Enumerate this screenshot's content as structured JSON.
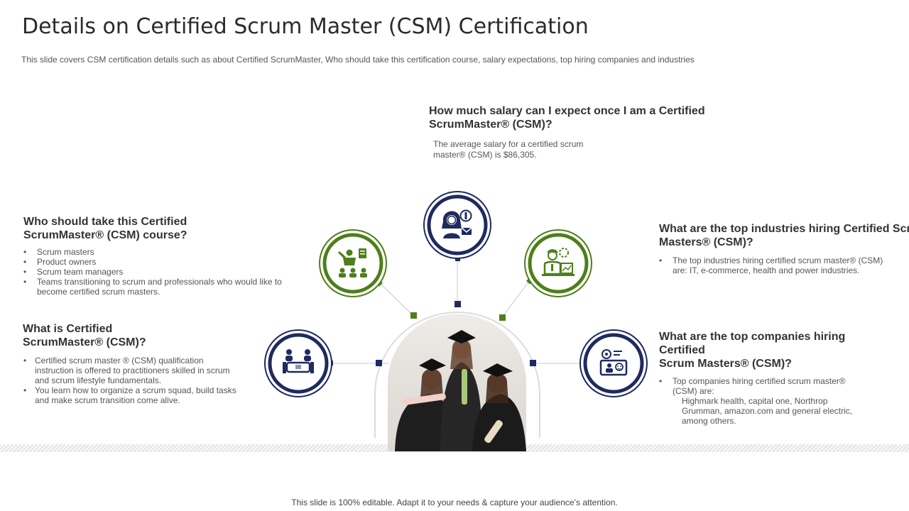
{
  "title": "Details on Certified Scrum Master (CSM) Certification",
  "subtitle": "This slide covers CSM certification details such as about Certified ScrumMaster, Who should take this certification course, salary expectations, top hiring companies and industries",
  "colors": {
    "navy": "#1f2a5e",
    "green": "#4d7f1a",
    "connector": "#c8c8c8"
  },
  "salary": {
    "heading": [
      "How much salary can I expect once I am a Certified",
      "ScrumMaster® (CSM)?"
    ],
    "text": [
      "The average  salary for a certified scrum",
      "master® (CSM) is $86,305."
    ]
  },
  "who": {
    "heading": [
      "Who should take this Certified",
      "ScrumMaster® (CSM) course?"
    ],
    "items": [
      "Scrum masters",
      "Product owners",
      "Scrum team managers",
      "Teams transitioning to scrum and professionals who would like to become certified scrum masters."
    ]
  },
  "what": {
    "heading": [
      "What is Certified",
      "ScrumMaster® (CSM)?"
    ],
    "items": [
      "Certified scrum master ® (CSM) qualification instruction is offered to practitioners skilled in scrum and scrum lifestyle fundamentals.",
      "You learn how to organize a scrum squad, build tasks and make scrum transition come alive."
    ]
  },
  "industries": {
    "heading": [
      "What are the top industries hiring Certified Scrum",
      "Masters® (CSM)?"
    ],
    "items": [
      "The top industries hiring certified scrum master® (CSM) are: IT,  e-commerce, health and power industries."
    ]
  },
  "companies": {
    "heading": [
      "What are the top companies hiring Certified",
      "Scrum Masters® (CSM)?"
    ],
    "items": [
      "Top companies hiring certified scrum master® (CSM) are:"
    ],
    "sub_lines": [
      "Highmark health, capital one, Northrop",
      "Grumman, amazon.com and general electric,",
      "among others."
    ]
  },
  "icons": {
    "left": "team-meeting-icon",
    "upper_left": "presenter-audience-icon",
    "top": "salary-woman-icon",
    "upper_right": "industry-worker-icon",
    "right": "company-screen-icon"
  },
  "footer": "This slide is 100% editable. Adapt it to your needs & capture your audience’s attention."
}
